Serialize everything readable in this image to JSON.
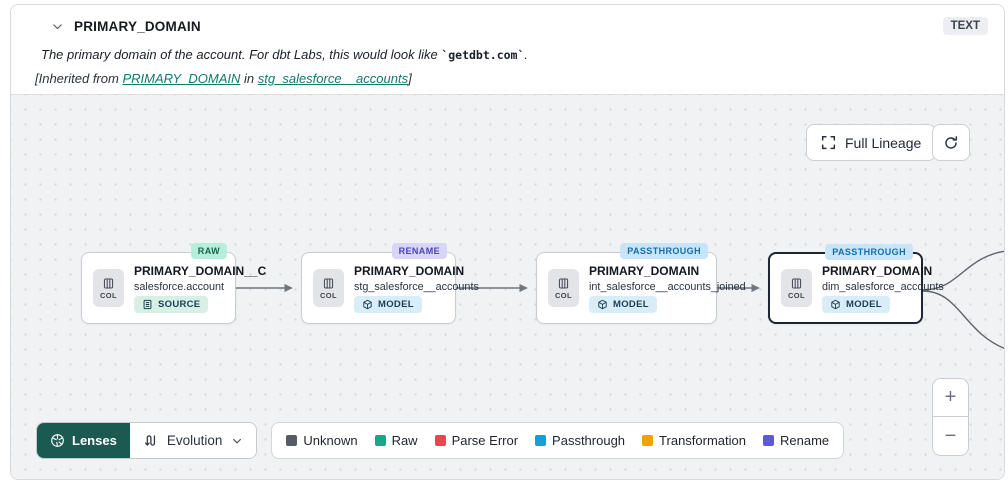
{
  "header": {
    "title": "PRIMARY_DOMAIN",
    "type_badge": "TEXT",
    "description_prefix": "The primary domain of the account. For dbt Labs, this would look like ",
    "description_code": "`getdbt.com`",
    "description_suffix": ".",
    "inherited_prefix": "[Inherited from ",
    "inherited_link_column": "PRIMARY_DOMAIN",
    "inherited_middle": " in ",
    "inherited_link_model": "stg_salesforce__accounts",
    "inherited_suffix": "]"
  },
  "canvas": {
    "full_lineage_label": "Full Lineage",
    "nodes": [
      {
        "title": "PRIMARY_DOMAIN__C",
        "subtitle": "salesforce.account",
        "badge": "RAW",
        "tag": "SOURCE",
        "type_label": "COL",
        "selected": false
      },
      {
        "title": "PRIMARY_DOMAIN",
        "subtitle": "stg_salesforce__accounts",
        "badge": "RENAME",
        "tag": "MODEL",
        "type_label": "COL",
        "selected": false
      },
      {
        "title": "PRIMARY_DOMAIN",
        "subtitle": "int_salesforce__accounts_joined",
        "badge": "PASSTHROUGH",
        "tag": "MODEL",
        "type_label": "COL",
        "selected": false
      },
      {
        "title": "PRIMARY_DOMAIN",
        "subtitle": "dim_salesforce_accounts",
        "badge": "PASSTHROUGH",
        "tag": "MODEL",
        "type_label": "COL",
        "selected": true
      }
    ],
    "toolbar": {
      "lenses_label": "Lenses",
      "lens_selected": "Evolution",
      "legend": [
        {
          "label": "Unknown",
          "color": "#565c66"
        },
        {
          "label": "Raw",
          "color": "#16a88d"
        },
        {
          "label": "Parse Error",
          "color": "#e5484d"
        },
        {
          "label": "Passthrough",
          "color": "#12a0dd"
        },
        {
          "label": "Transformation",
          "color": "#f0a202"
        },
        {
          "label": "Rename",
          "color": "#5b5bd6"
        }
      ]
    },
    "zoom_in_label": "+",
    "zoom_out_label": "−"
  }
}
